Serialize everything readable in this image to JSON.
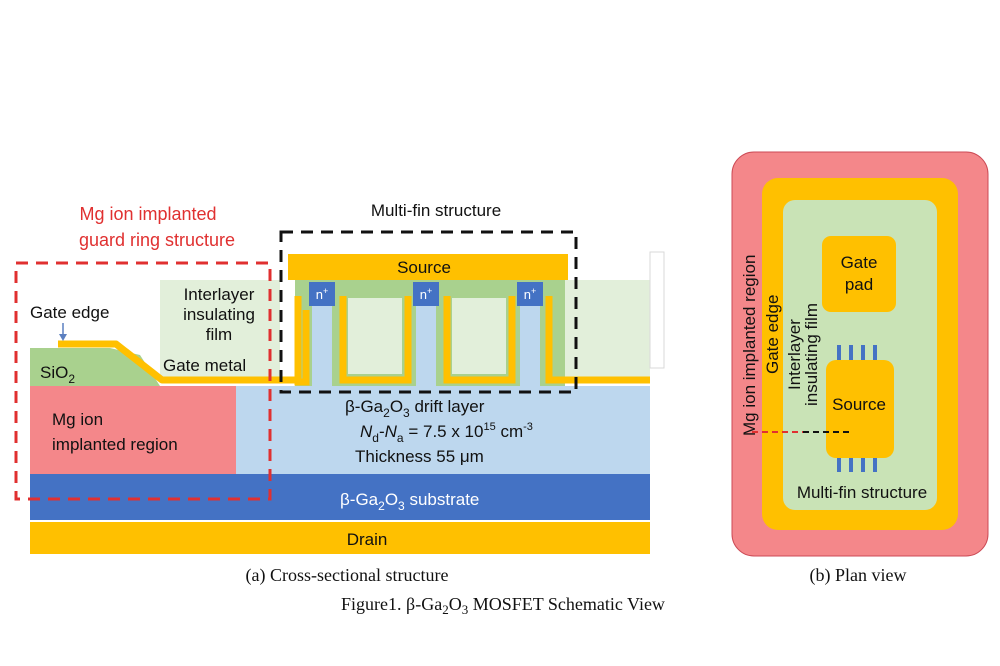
{
  "colors": {
    "gold": "#FFC000",
    "substrate_blue": "#4472C4",
    "drift_blue": "#BDD7EE",
    "interlayer_green": "#E2EFDA",
    "sio2_green": "#A9D18E",
    "mg_region_pink": "#F4878A",
    "guard_ring_red": "#E03030",
    "n_plus_blue": "#4472C4",
    "fin_green": "#A9D18E",
    "plan_outer": "#F4878A",
    "plan_inner_green": "#C9E3B6",
    "dashed_black": "#111111"
  },
  "cross_section": {
    "guard_ring_label_line1": "Mg ion implanted",
    "guard_ring_label_line2": "guard ring structure",
    "multifin_label": "Multi-fin structure",
    "source_label": "Source",
    "interlayer_line1": "Interlayer",
    "interlayer_line2": "insulating",
    "interlayer_line3": "film",
    "gate_edge_label": "Gate edge",
    "sio2_label": "SiO",
    "sio2_sub": "2",
    "gate_metal_label": "Gate metal",
    "n_plus": "n",
    "n_plus_sup": "+",
    "drift_line1_a": "β-Ga",
    "drift_line1_sub1": "2",
    "drift_line1_b": "O",
    "drift_line1_sub2": "3",
    "drift_line1_c": " drift layer",
    "doping_nd": "N",
    "doping_nd_sub": "d",
    "doping_dash": "-",
    "doping_na": "N",
    "doping_na_sub": "a",
    "doping_value": " = 7.5 x 10",
    "doping_exp": "15",
    "doping_unit": " cm",
    "doping_unit_exp": "-3",
    "thickness_label": "Thickness 55 μm",
    "mg_region_line1": "Mg ion",
    "mg_region_line2": "implanted region",
    "substrate_a": "β-Ga",
    "substrate_sub1": "2",
    "substrate_b": "O",
    "substrate_sub2": "3",
    "substrate_c": " substrate",
    "drain_label": "Drain",
    "caption": "(a) Cross-sectional structure"
  },
  "plan_view": {
    "mg_region_label": "Mg ion implanted region",
    "gate_edge_label": "Gate edge",
    "interlayer_line1": "Interlayer",
    "interlayer_line2": "insulating film",
    "gate_pad_line1": "Gate",
    "gate_pad_line2": "pad",
    "source_label": "Source",
    "multifin_label": "Multi-fin structure",
    "caption": "(b) Plan view"
  },
  "figure_caption": {
    "prefix": "Figure1. β-Ga",
    "sub1": "2",
    "mid": "O",
    "sub2": "3",
    "suffix": " MOSFET Schematic View"
  }
}
